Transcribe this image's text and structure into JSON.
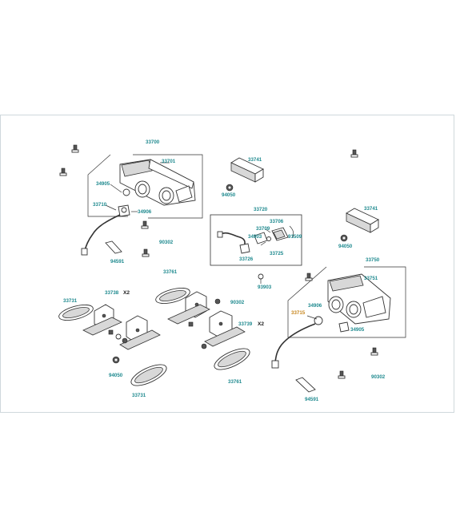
{
  "diagram": {
    "labels": {
      "p33700": "33700",
      "p33701": "33701",
      "p34905a": "34905",
      "p34906a": "34906",
      "p33710": "33710",
      "p94591a": "94591",
      "p90302a": "90302",
      "p33741a": "33741",
      "p94050a": "94050",
      "p33720": "33720",
      "p33706": "33706",
      "p33709": "33709",
      "p34903": "34903",
      "p91509": "91509",
      "p33725": "33725",
      "p33726": "33726",
      "p33741b": "33741",
      "p94050b": "94050",
      "p33750": "33750",
      "p33751": "33751",
      "p33715": "33715",
      "p34906b": "34906",
      "p34905b": "34905",
      "p90302b": "90302",
      "p94591b": "94591",
      "p93903": "93903",
      "p33761a": "33761",
      "p90302c": "90302",
      "p33739": "33739",
      "p33761b": "33761",
      "p33731a": "33731",
      "p33738": "33738",
      "p94050c": "94050",
      "p33731b": "33731"
    },
    "multipliers": {
      "x2a": "X2",
      "x2b": "X2"
    },
    "colors": {
      "label": "#1f8a8f",
      "highlight": "#c7861d",
      "line": "#333333",
      "frame": "#cfd8dc"
    }
  }
}
